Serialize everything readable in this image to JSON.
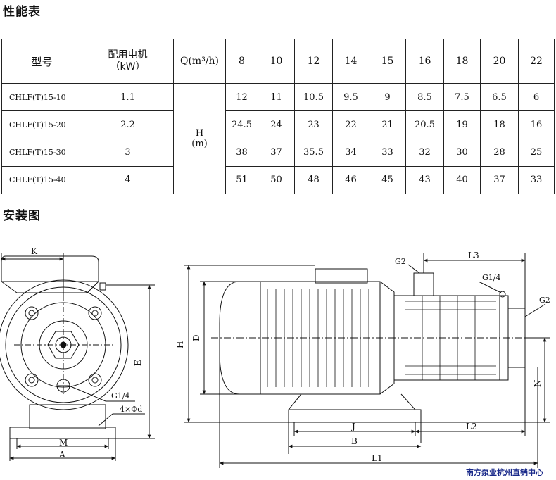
{
  "headings": {
    "performance": "性能表",
    "installation": "安装图"
  },
  "table": {
    "header_model": "型号",
    "header_motor_line1": "配用电机",
    "header_motor_line2": "（kW）",
    "header_q": "Q(m³/h)",
    "header_h_line1": "H",
    "header_h_line2": "(m)",
    "flows": [
      "8",
      "10",
      "12",
      "14",
      "15",
      "16",
      "18",
      "20",
      "22"
    ],
    "rows": [
      {
        "model": "CHLF(T)15-10",
        "power": "1.1",
        "heads": [
          "12",
          "11",
          "10.5",
          "9.5",
          "9",
          "8.5",
          "7.5",
          "6.5",
          "6"
        ]
      },
      {
        "model": "CHLF(T)15-20",
        "power": "2.2",
        "heads": [
          "24.5",
          "24",
          "23",
          "22",
          "21",
          "20.5",
          "19",
          "18",
          "16"
        ]
      },
      {
        "model": "CHLF(T)15-30",
        "power": "3",
        "heads": [
          "38",
          "37",
          "35.5",
          "34",
          "33",
          "32",
          "30",
          "28",
          "25"
        ]
      },
      {
        "model": "CHLF(T)15-40",
        "power": "4",
        "heads": [
          "51",
          "50",
          "48",
          "46",
          "45",
          "43",
          "40",
          "37",
          "33"
        ]
      }
    ]
  },
  "drawing_labels": {
    "K": "K",
    "E": "E",
    "M": "M",
    "A": "A",
    "G14_front": "G1/4",
    "holes": "4×Φd",
    "H": "H",
    "D": "D",
    "G2_top": "G2",
    "L3": "L3",
    "G14_side": "G1/4",
    "G2_side": "G2",
    "N": "N",
    "J": "J",
    "L2": "L2",
    "B": "B",
    "L1": "L1"
  },
  "footer": "南方泵业杭州直销中心"
}
